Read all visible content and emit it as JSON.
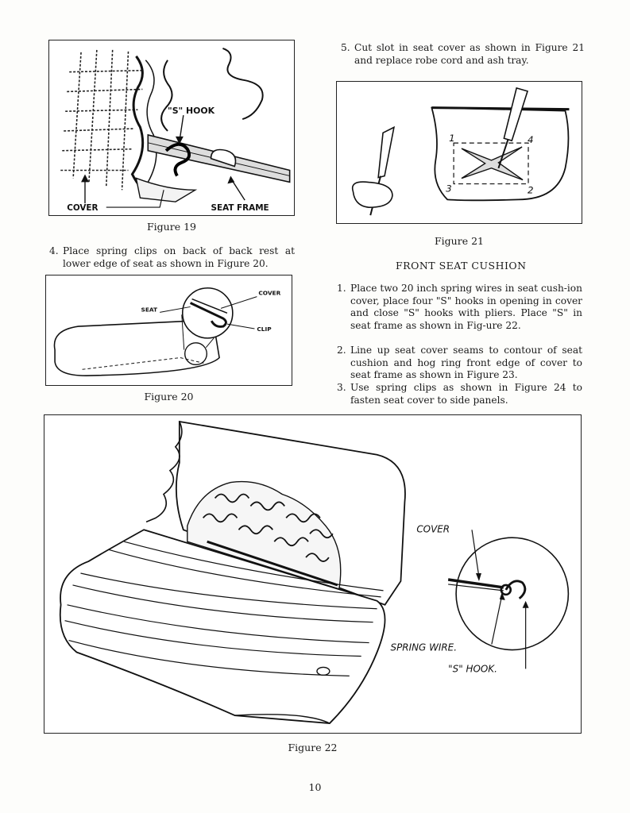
{
  "figure19": {
    "caption": "Figure 19",
    "labels": {
      "s_hook": "\"S\" HOOK",
      "cover": "COVER",
      "seat_frame": "SEAT FRAME"
    }
  },
  "step4": {
    "number": "4.",
    "text": "Place spring clips on back of back rest at lower edge of seat as shown in Figure 20."
  },
  "figure20": {
    "caption": "Figure 20",
    "labels": {
      "cover": "COVER",
      "seat": "SEAT",
      "clip": "CLIP"
    }
  },
  "step5": {
    "number": "5.",
    "text": "Cut slot in seat cover as shown in Figure 21 and replace robe cord and ash tray."
  },
  "figure21": {
    "caption": "Figure 21",
    "labels": {
      "n1": "1",
      "n2": "2",
      "n3": "3",
      "n4": "4"
    }
  },
  "section_heading": "FRONT SEAT CUSHION",
  "cushion_steps": [
    {
      "number": "1.",
      "text": "Place two 20 inch spring wires in seat cush-ion cover, place four \"S\" hooks in opening in cover and close \"S\" hooks with pliers. Place \"S\" in seat frame as shown in Fig-ure 22."
    },
    {
      "number": "2.",
      "text": "Line up seat cover seams to contour of seat cushion and hog ring front edge of cover to seat frame as shown in Figure 23."
    },
    {
      "number": "3.",
      "text": "Use spring clips as shown in Figure 24 to fasten seat cover to side panels."
    }
  ],
  "figure22": {
    "caption": "Figure 22",
    "labels": {
      "cover": "COVER",
      "spring_wire": "SPRING WIRE.",
      "s_hook": "\"S\" HOOK."
    }
  },
  "page_number": "10"
}
